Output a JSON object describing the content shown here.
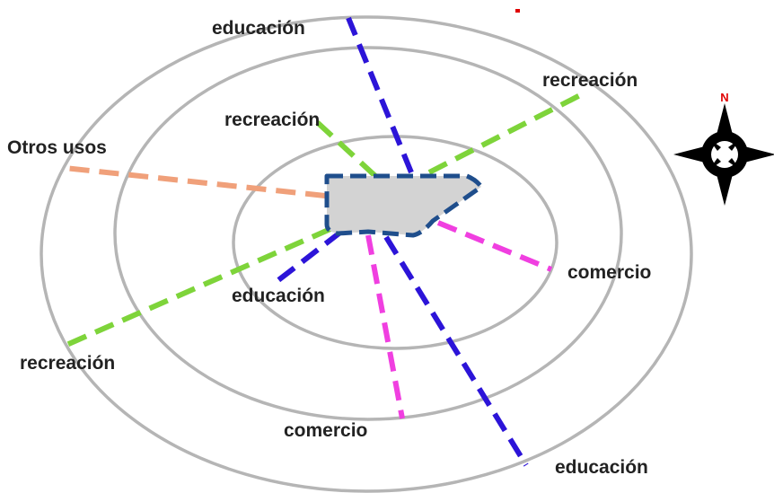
{
  "diagram": {
    "labels": {
      "educacion_top": "educación",
      "recreacion_top_right": "recreación",
      "recreacion_inner": "recreación",
      "otros_usos": "Otros usos",
      "comercio_right": "comercio",
      "educacion_inner": "educación",
      "recreacion_bottom_left": "recreación",
      "comercio_bottom": "comercio",
      "educacion_bottom_right": "educación"
    },
    "compass": {
      "north_label": "N",
      "icon": "compass-rose-icon"
    },
    "colors": {
      "ring": "#b5b5b5",
      "site_fill": "#d3d3d3",
      "site_border": "#1f4e8c",
      "educacion": "#2c14d8",
      "recreacion": "#7ed43a",
      "comercio": "#f03fe0",
      "otros_usos": "#f0a07a",
      "north": "#e00000",
      "compass": "#000000"
    }
  }
}
